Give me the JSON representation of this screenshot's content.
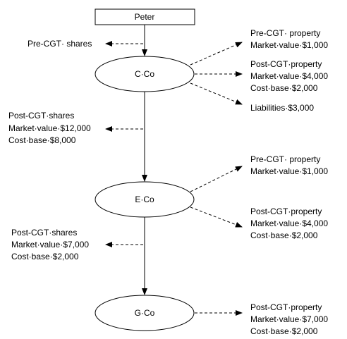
{
  "nodes": {
    "peter": "Peter",
    "c_co": "C·Co",
    "e_co": "E·Co",
    "g_co": "G·Co"
  },
  "peter_side": {
    "line1": "Pre-CGT· shares"
  },
  "c_co_shares": {
    "line1": "Post-CGT·shares",
    "line2": "Market·value·$12,000",
    "line3": "Cost·base·$8,000"
  },
  "c_co_assets": {
    "pre_cgt": {
      "line1": "Pre-CGT· property",
      "line2": "Market·value·$1,000"
    },
    "post_cgt": {
      "line1": "Post-CGT·property",
      "line2": "Market·value·$4,000",
      "line3": "Cost·base·$2,000"
    },
    "liabilities": {
      "line1": "Liabilities·$3,000"
    }
  },
  "e_co_shares": {
    "line1": "Post-CGT·shares",
    "line2": "Market·value·$7,000",
    "line3": "Cost·base·$2,000"
  },
  "e_co_assets": {
    "pre_cgt": {
      "line1": "Pre-CGT· property",
      "line2": "Market·value·$1,000"
    },
    "post_cgt": {
      "line1": "Post-CGT·property",
      "line2": "Market·value·$4,000",
      "line3": "Cost·base·$2,000"
    }
  },
  "g_co_assets": {
    "post_cgt": {
      "line1": "Post-CGT·property",
      "line2": "Market·value·$7,000",
      "line3": "Cost·base·$2,000"
    }
  }
}
